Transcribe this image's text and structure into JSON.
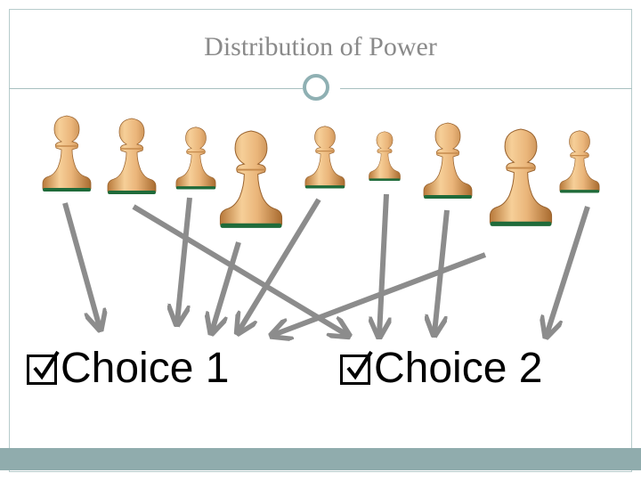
{
  "slide": {
    "title": "Distribution of Power",
    "accent_color": "#90acad",
    "title_color": "#8a8a8a"
  },
  "pieces": {
    "icon": "pawn-icon",
    "count": 9,
    "colors": {
      "wood_light": "#f3c58c",
      "wood_dark": "#b97a3a",
      "base_felt": "#1f6b3a"
    }
  },
  "choices": [
    {
      "label": "Choice 1",
      "icon": "checked-box-icon"
    },
    {
      "label": "Choice 2",
      "icon": "checked-box-icon"
    }
  ],
  "arrows": [
    {
      "from_pawn": 1,
      "to_choice": 1
    },
    {
      "from_pawn": 2,
      "to_choice": 2
    },
    {
      "from_pawn": 3,
      "to_choice": 1
    },
    {
      "from_pawn": 4,
      "to_choice": 1
    },
    {
      "from_pawn": 5,
      "to_choice": 1
    },
    {
      "from_pawn": 6,
      "to_choice": 2
    },
    {
      "from_pawn": 7,
      "to_choice": 2
    },
    {
      "from_pawn": 8,
      "to_choice": 1
    },
    {
      "from_pawn": 9,
      "to_choice": 2
    }
  ],
  "arrow_color": "#8c8c8c"
}
